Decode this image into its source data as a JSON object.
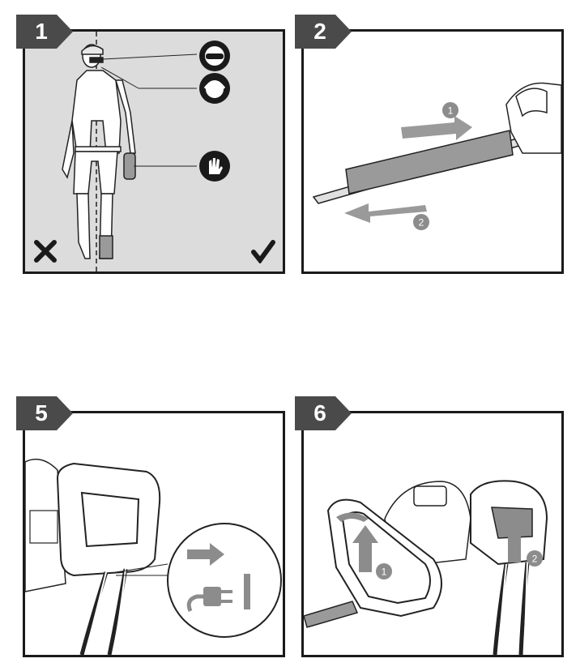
{
  "panels": [
    {
      "number": "1",
      "icons": [
        "eye-protection-icon",
        "ear-protection-icon",
        "gloves-icon"
      ],
      "marks": [
        "cross-icon",
        "check-icon"
      ]
    },
    {
      "number": "2",
      "arrow_labels": [
        "1",
        "2"
      ]
    },
    {
      "number": "5",
      "icons": [
        "arrow-right-icon",
        "plug-icon",
        "switch-bar-icon"
      ]
    },
    {
      "number": "6",
      "arrow_labels": [
        "1",
        "2"
      ]
    }
  ],
  "colors": {
    "tab": "#4a4a4a",
    "frame": "#1a1a1a",
    "panel1_bg": "#dcdcdc",
    "arrow_gray": "#8c8c8c"
  }
}
